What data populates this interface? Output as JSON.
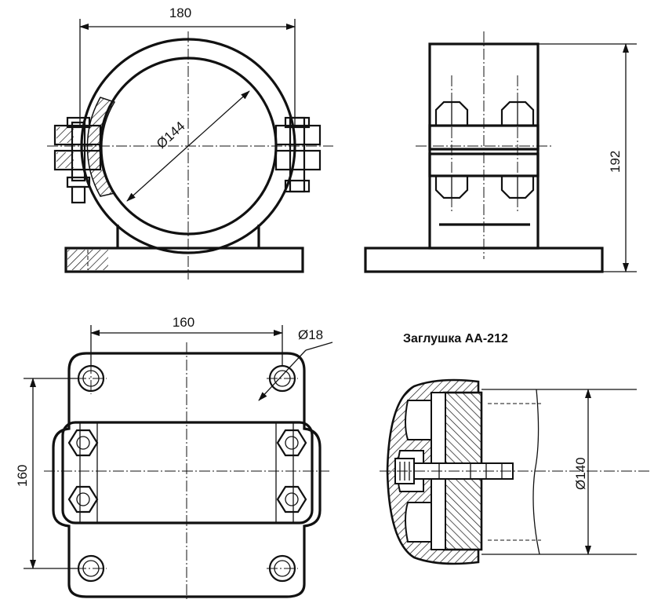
{
  "drawing": {
    "front_view": {
      "width_dim": "180",
      "diameter_dim": "Ø144"
    },
    "side_view": {
      "height_dim": "192"
    },
    "top_view": {
      "width_dim": "160",
      "height_dim": "160",
      "hole_dim": "Ø18"
    },
    "plug_view": {
      "title": "Заглушка АА-212",
      "diameter_dim": "Ø140"
    }
  }
}
